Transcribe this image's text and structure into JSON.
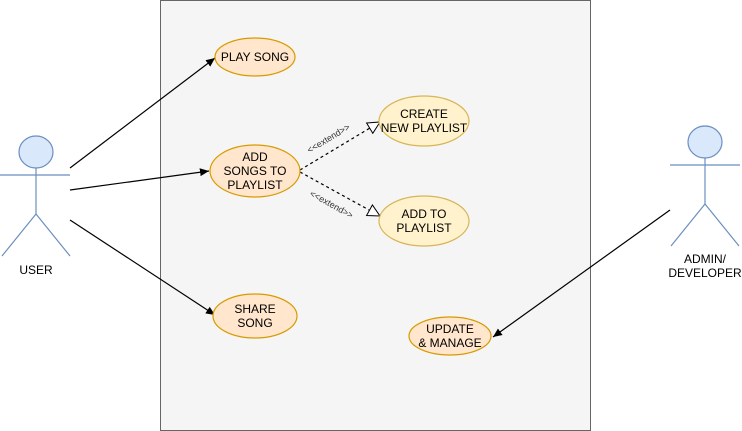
{
  "diagram": {
    "actors": {
      "user": {
        "label": "USER"
      },
      "admin": {
        "label_lines": [
          "ADMIN/",
          "DEVELOPER"
        ]
      }
    },
    "use_cases": {
      "play_song": {
        "lines": [
          "PLAY SONG"
        ]
      },
      "add_songs": {
        "lines": [
          "ADD",
          "SONGS TO",
          "PLAYLIST"
        ]
      },
      "create_playlist": {
        "lines": [
          "CREATE",
          "NEW PLAYLIST"
        ]
      },
      "add_to_playlist": {
        "lines": [
          "ADD TO",
          "PLAYLIST"
        ]
      },
      "share_song": {
        "lines": [
          "SHARE",
          "SONG"
        ]
      },
      "update_manage": {
        "lines": [
          "UPDATE",
          "& MANAGE"
        ]
      }
    },
    "relations": {
      "extend_1": {
        "label": "<<extend>>"
      },
      "extend_2": {
        "label": "<<extend>>"
      }
    },
    "colors": {
      "actor_fill": "#dae8fc",
      "actor_stroke": "#6c8ebf",
      "primary_fill": "#ffe6cc",
      "primary_stroke": "#d79b00",
      "secondary_fill": "#fff2cc",
      "secondary_stroke": "#d6b656",
      "system_fill": "#f5f5f5",
      "system_stroke": "#666666"
    }
  }
}
